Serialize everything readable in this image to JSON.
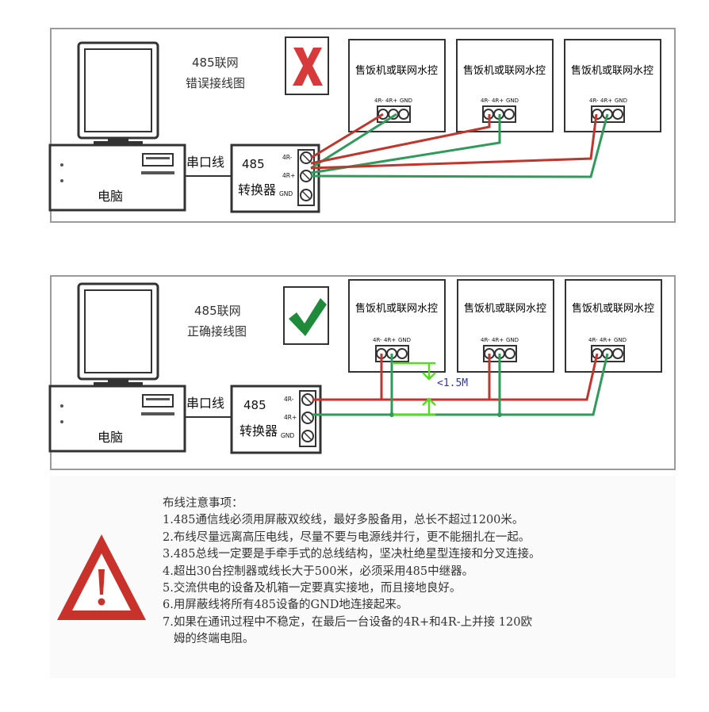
{
  "diagram_wrong": {
    "title_line1": "485联网",
    "title_line2": "错误接线图",
    "computer_label": "电脑",
    "serial_label": "串口线",
    "converter_line1": "485",
    "converter_line2": "转换器",
    "converter_terminals": [
      "4R-",
      "4R+",
      "GND"
    ],
    "device_labels": [
      "售饭机或联网水控",
      "售饭机或联网水控",
      "售饭机或联网水控"
    ],
    "device_terminals": [
      "4R-",
      "4R+",
      "GND"
    ],
    "status_icon": "red-cross-icon"
  },
  "diagram_right": {
    "title_line1": "485联网",
    "title_line2": "正确接线图",
    "computer_label": "电脑",
    "serial_label": "串口线",
    "converter_line1": "485",
    "converter_line2": "转换器",
    "converter_terminals": [
      "4R-",
      "4R+",
      "GND"
    ],
    "device_labels": [
      "售饭机或联网水控",
      "售饭机或联网水控",
      "售饭机或联网水控"
    ],
    "device_terminals": [
      "4R-",
      "4R+",
      "GND"
    ],
    "distance_note": "<1.5M",
    "status_icon": "green-check-icon"
  },
  "notes": {
    "heading": "布线注意事项：",
    "items": [
      "1.485通信线必须用屏蔽双绞线，最好多股备用，总长不超过1200米。",
      "2.布线尽量远离高压电线，尽量不要与电源线并行，更不能捆扎在一起。",
      "3.485总线一定要是手牵手式的总线结构，坚决杜绝星型连接和分叉连接。",
      "4.超出30台控制器或线长大于500米，必须采用485中继器。",
      "5.交流供电的设备及机箱一定要真实接地，而且接地良好。",
      "6.用屏蔽线将所有485设备的GND地连接起来。",
      "7.如果在通讯过程中不稳定，在最后一台设备的4R+和4R-上并接 120欧",
      "   姆的终端电阻。"
    ],
    "warning_icon": "warning-triangle-icon"
  },
  "colors": {
    "wire_red": "#c0362c",
    "wire_green": "#2f9a5a",
    "marker_green": "#55dd22",
    "cross_red": "#d63a3a",
    "check_green": "#1f8a3a",
    "warning_red": "#c8322a"
  }
}
